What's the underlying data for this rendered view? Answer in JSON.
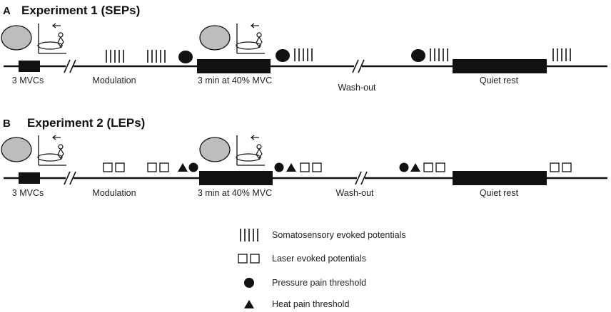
{
  "experiment1": {
    "letter": "A",
    "title": "Experiment 1 (SEPs)",
    "phases": [
      "3 MVCs",
      "Modulation",
      "3 min at 40% MVC",
      "Wash-out",
      "Quiet rest"
    ]
  },
  "experiment2": {
    "letter": "B",
    "title": "Experiment 2 (LEPs)",
    "phases": [
      "3 MVCs",
      "Modulation",
      "3 min at 40% MVC",
      "Wash-out",
      "Quiet rest"
    ]
  },
  "legend": {
    "sep": "Somatosensory evoked potentials",
    "lep": "Laser evoked potentials",
    "ppt": "Pressure pain threshold",
    "hpt": "Heat pain threshold"
  },
  "icons": [
    "head-icon",
    "hand-grip-icon",
    "vertical-bars-icon",
    "open-square-icon",
    "filled-circle-icon",
    "filled-triangle-icon"
  ],
  "colors": {
    "ink": "#111111",
    "head_fill": "#bdbdbd"
  }
}
